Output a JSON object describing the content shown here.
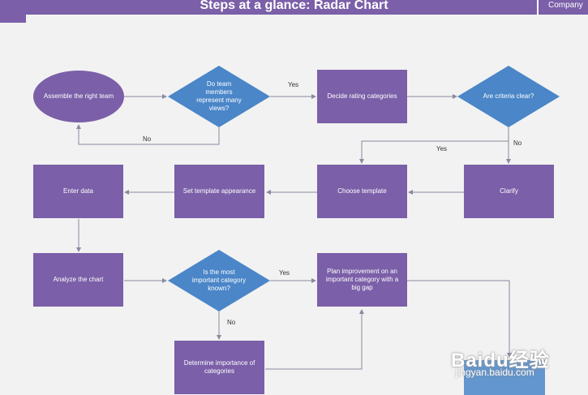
{
  "header": {
    "title": "Steps at a glance: Radar Chart",
    "company": "Company"
  },
  "colors": {
    "process": "#7b5fa8",
    "decision": "#4a86c8",
    "connector": "#8a8aa0",
    "background": "#f2f2f2"
  },
  "nodes": {
    "assemble": "Assemble the right team",
    "do_team": "Do team members represent many views?",
    "decide": "Decide rating categories",
    "criteria": "Are criteria clear?",
    "clarify": "Clarify",
    "choose": "Choose template",
    "set_template": "Set template appearance",
    "enter": "Enter data",
    "analyze": "Analyze the chart",
    "most_important": "Is the most important category known?",
    "plan": "Plan improvement on an important category with a big gap",
    "determine": "Determine importance of categories"
  },
  "edge_labels": {
    "yes_1": "Yes",
    "no_1": "No",
    "yes_2": "Yes",
    "no_2": "No",
    "yes_3": "Yes",
    "no_3": "No"
  },
  "watermark": {
    "logo": "Baidu经验",
    "url": "jingyan.baidu.com"
  }
}
